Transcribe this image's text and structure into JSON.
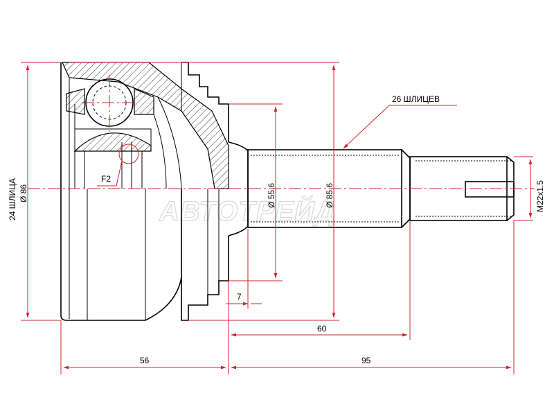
{
  "watermark": "АВТОТРЕЙД",
  "labels": {
    "splines_outer": "24 ШЛИЦА",
    "dia_outer": "Ø 86",
    "splines_shaft": "26 ШЛИЦЕВ",
    "dia_shaft": "Ø 55.6",
    "dia_flange": "Ø 85.6",
    "thread": "M22x1.5",
    "f2": "F2"
  },
  "dimensions": {
    "d7": "7",
    "d60": "60",
    "d56": "56",
    "d95": "95"
  },
  "colors": {
    "dimension": "#d2232a",
    "outline": "#000000"
  }
}
